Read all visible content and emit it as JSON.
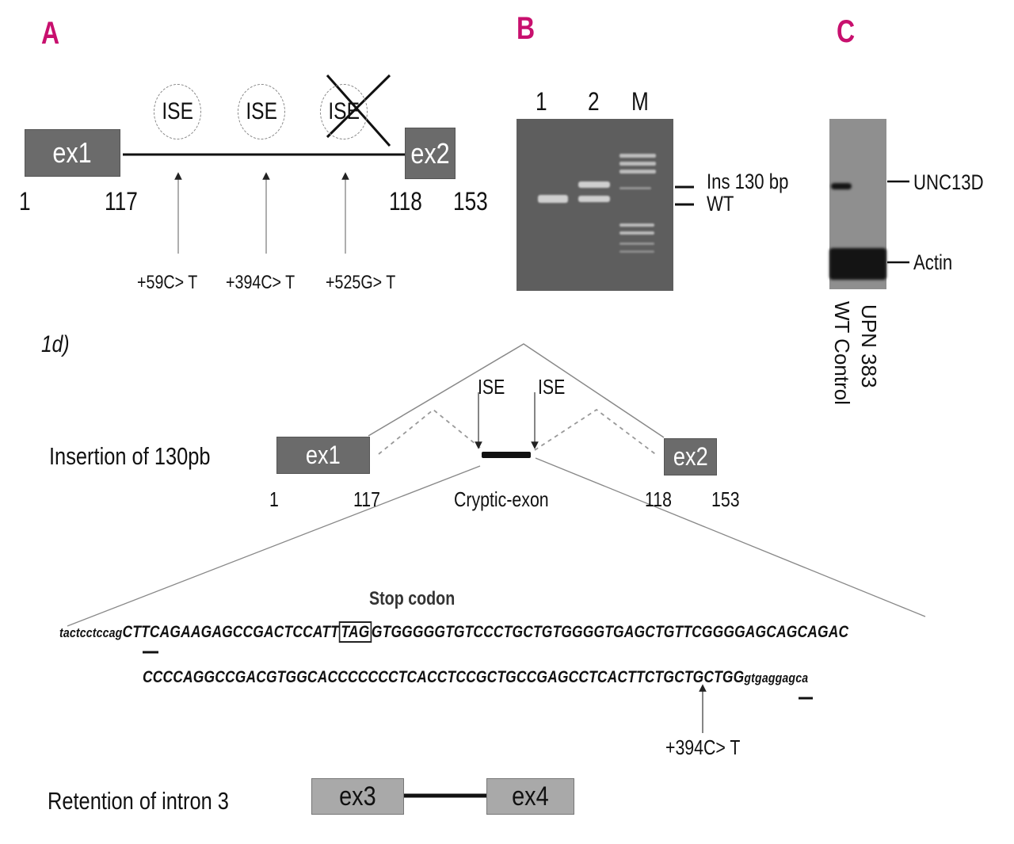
{
  "panels": {
    "a": {
      "letter": "A",
      "exons": [
        {
          "label": "ex1",
          "start": "1",
          "end": "117"
        },
        {
          "label": "ex2",
          "start": "118",
          "end": "153"
        }
      ],
      "ise_elements": [
        {
          "label": "ISE",
          "crossed": false,
          "mutation": "+59C> T"
        },
        {
          "label": "ISE",
          "crossed": false,
          "mutation": "+394C> T"
        },
        {
          "label": "ISE",
          "crossed": true,
          "mutation": "+525G> T"
        }
      ]
    },
    "b": {
      "letter": "B",
      "lanes": [
        "1",
        "2",
        "M"
      ],
      "band_labels": [
        "Ins 130 bp",
        "WT"
      ]
    },
    "c": {
      "letter": "C",
      "band_labels": [
        "UNC13D",
        "Actin"
      ],
      "lanes": [
        "WT Control",
        "UPN 383"
      ]
    },
    "d": {
      "label": "1d)",
      "insertion": {
        "title": "Insertion of 130pb",
        "exon1": {
          "label": "ex1",
          "start": "1",
          "end": "117"
        },
        "exon2": {
          "label": "ex2",
          "start": "118",
          "end": "153"
        },
        "cryptic_label": "Cryptic-exon",
        "ise_labels": [
          "ISE",
          "ISE"
        ]
      },
      "sequence": {
        "stop_codon_label": "Stop codon",
        "line1_intron": "tactcctccag",
        "line1_pre_stop": "CTTCAGAAGAGCCGACTCCATT",
        "line1_stop": "TAG",
        "line1_post": "GTGGGGGTGTCCCTGCTGTGGGGTGAGCTGTTCGGGGAGCAGCAGAC",
        "line2_exon": "CCCCAGGCCGACGTGGCACCCCCCCTCACCTCCGCTGCCGAGCCTCACTTCTGCTGCTGG",
        "line2_intron": "gtgaggagca",
        "mutation": "+394C> T"
      },
      "retention": {
        "title": "Retention of intron 3",
        "exon3": "ex3",
        "exon4": "ex4"
      }
    }
  }
}
